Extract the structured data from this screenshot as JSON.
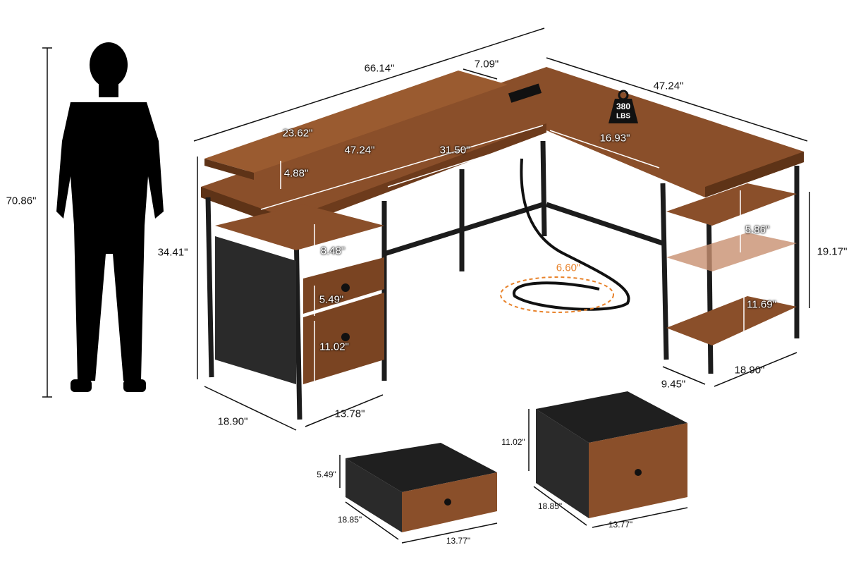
{
  "colors": {
    "wood": "#8a4f2a",
    "wood_dark": "#5e3317",
    "frame": "#1c1c1c",
    "fabric": "#2a2a2a",
    "accent_orange": "#e8822a"
  },
  "badge": {
    "value": "380",
    "unit": "LBS",
    "icon": "weight-icon"
  },
  "dimensions": {
    "person_height": "70.86\"",
    "desk_length": "66.14\"",
    "riser_depth": "7.09\"",
    "desk_side_length": "47.24\"",
    "riser_length": "23.62\"",
    "inner_length": "47.24\"",
    "inner_span": "31.50\"",
    "side_depth": "16.93\"",
    "riser_height": "4.88\"",
    "desk_height": "34.41\"",
    "cabinet_top_gap": "8.48\"",
    "small_drawer_height": "5.49\"",
    "large_drawer_height": "11.02\"",
    "cable_length": "6.60\"",
    "shelf_gap_top": "5.86\"",
    "shelf_total_height": "19.17\"",
    "shelf_gap_bottom": "11.69\"",
    "shelf_depth": "9.45\"",
    "side_width": "18.90\"",
    "cabinet_depth": "18.90\"",
    "cabinet_width": "13.78\"",
    "large_drawer_detail_height": "11.02\"",
    "small_drawer_detail_height": "5.49\"",
    "small_drawer_detail_depth": "18.85\"",
    "large_drawer_detail_depth": "18.85\"",
    "small_drawer_detail_width": "13.77\"",
    "large_drawer_detail_width": "13.77\""
  }
}
